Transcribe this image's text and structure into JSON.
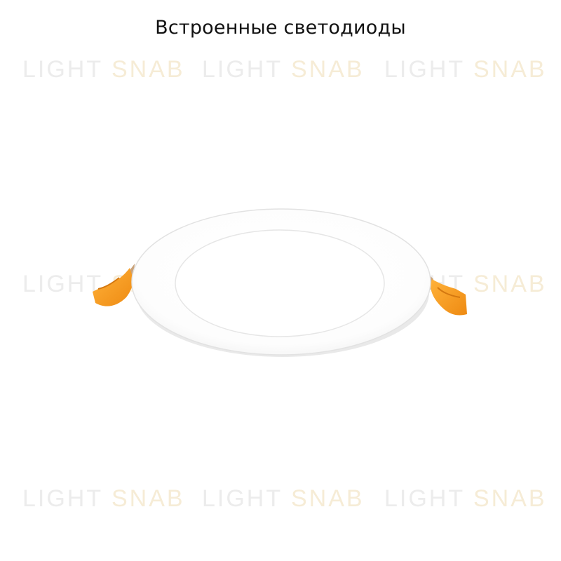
{
  "caption": "Встроенные светодиоды",
  "watermark": {
    "light": "LIGHT",
    "snab": "SNAB"
  },
  "product": {
    "name": "round-recessed-led-panel",
    "frame_color": "#ffffff",
    "clip_color": "#f39a1e"
  }
}
